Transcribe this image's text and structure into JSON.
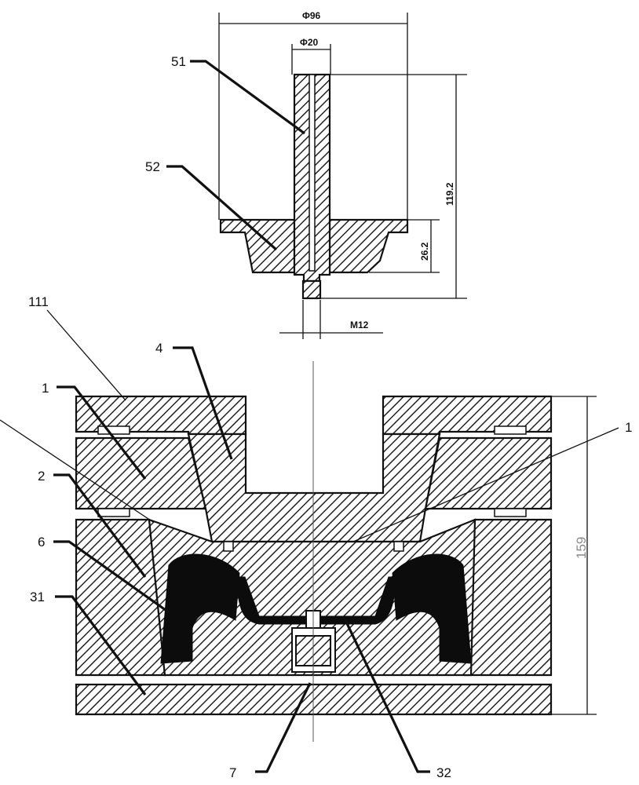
{
  "labels": {
    "l51": "51",
    "l52": "52",
    "l111": "111",
    "l4": "4",
    "l1_left": "1",
    "l1_right": "1",
    "l2": "2",
    "l6": "6",
    "l31": "31",
    "l7": "7",
    "l32": "32"
  },
  "dimensions": {
    "top_width": "Φ96",
    "pin_dia": "Φ20",
    "total_height": "119.2",
    "flange_height": "26.2",
    "thread": "M12",
    "die_height": "159"
  }
}
